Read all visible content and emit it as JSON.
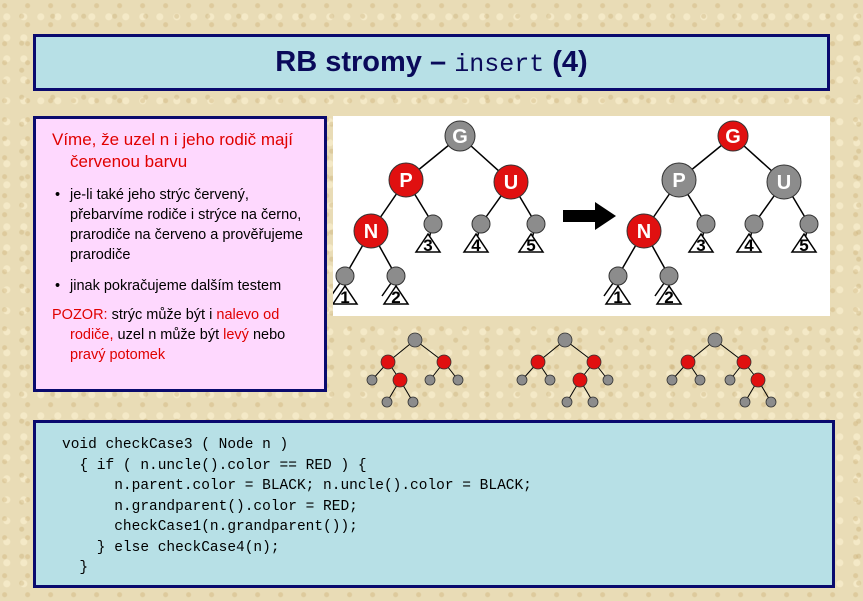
{
  "title": {
    "prefix": "RB stromy – ",
    "code": "insert",
    "suffix": " (4)"
  },
  "info": {
    "lead": "Víme, že uzel n i jeho rodič mají červenou barvu",
    "bullets": [
      "je-li také jeho strýc červený, přebarvíme rodiče i strýce na černo, prarodiče na červeno a prověřujeme prarodiče",
      "jinak pokračujeme dalším testem"
    ],
    "warn": {
      "label": "POZOR:",
      "t1": " strýc může být i ",
      "r1": "nalevo od rodiče,",
      "t2": " uzel n může být ",
      "r2": "levý",
      "t3": " nebo ",
      "r3": "pravý potomek"
    }
  },
  "diagram": {
    "before": {
      "grandparent": "G",
      "parent": "P",
      "uncle": "U",
      "node": "N"
    },
    "after": {
      "grandparent": "G",
      "parent": "P",
      "uncle": "U",
      "node": "N"
    },
    "subtrees": [
      "1",
      "2",
      "3",
      "4",
      "5"
    ],
    "colors": {
      "red": "#e01010",
      "black": "#8c8c8c"
    }
  },
  "code": [
    "void checkCase3 ( Node n )",
    "  { if ( n.uncle().color == RED ) {",
    "      n.parent.color = BLACK; n.uncle().color = BLACK;",
    "      n.grandparent().color = RED;",
    "      checkCase1(n.grandparent());",
    "    } else checkCase4(n);",
    "  }"
  ]
}
